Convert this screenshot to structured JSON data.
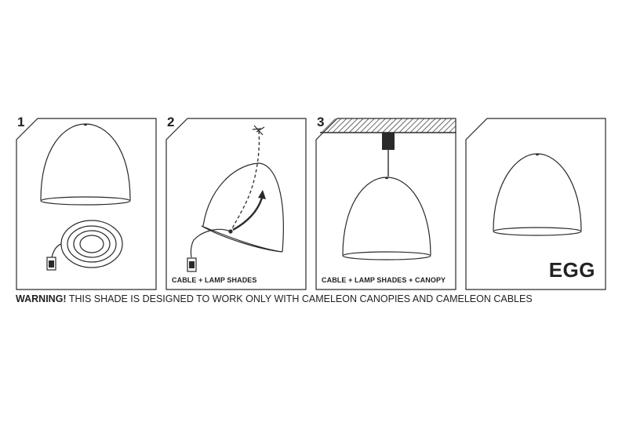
{
  "panels": [
    {
      "number": "1",
      "caption": ""
    },
    {
      "number": "2",
      "caption": "CABLE + LAMP SHADES"
    },
    {
      "number": "3",
      "caption": "CABLE + LAMP SHADES + CANOPY"
    },
    {
      "number": "",
      "caption": "",
      "model": "EGG"
    }
  ],
  "warning": {
    "prefix": "WARNING!",
    "text": " THIS SHADE IS DESIGNED TO WORK ONLY WITH CAMELEON CANOPIES AND CAMELEON CABLES"
  },
  "colors": {
    "line": "#2a2a2a"
  }
}
